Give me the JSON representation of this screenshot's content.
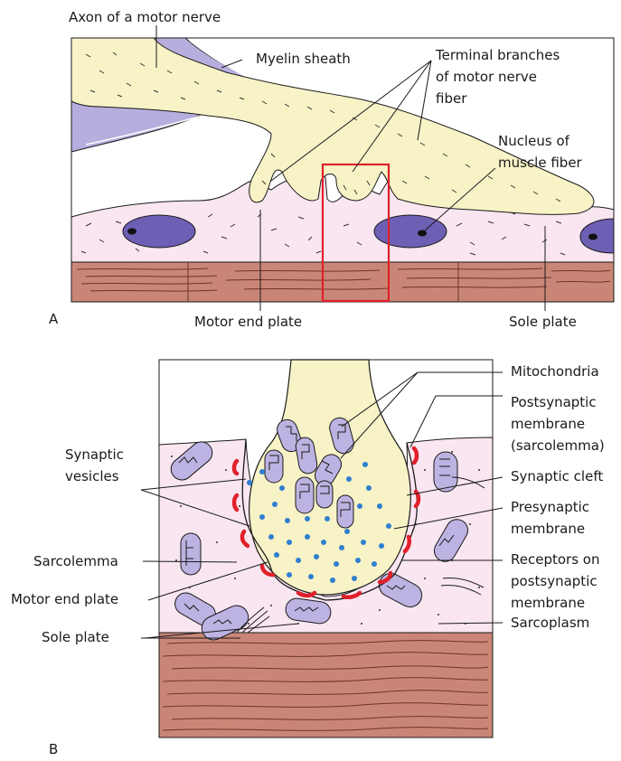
{
  "panel_a": {
    "letter": "A",
    "labels": {
      "axon": "Axon of a motor nerve",
      "myelin": "Myelin sheath",
      "terminal_1": "Terminal branches",
      "terminal_2": "of motor nerve",
      "terminal_3": "fiber",
      "nucleus_1": "Nucleus of",
      "nucleus_2": "muscle fiber",
      "motor_end_plate": "Motor end plate",
      "sole_plate": "Sole plate"
    }
  },
  "panel_b": {
    "letter": "B",
    "labels": {
      "mitochondria": "Mitochondria",
      "postsynaptic_1": "Postsynaptic",
      "postsynaptic_2": "membrane",
      "postsynaptic_3": "(sarcolemma)",
      "synaptic_vesicles_1": "Synaptic",
      "synaptic_vesicles_2": "vesicles",
      "synaptic_cleft": "Synaptic cleft",
      "presynaptic_1": "Presynaptic",
      "presynaptic_2": "membrane",
      "sarcolemma": "Sarcolemma",
      "receptors_1": "Receptors on",
      "receptors_2": "postsynaptic",
      "receptors_3": "membrane",
      "motor_end_plate": "Motor end plate",
      "sarcoplasm": "Sarcoplasm",
      "sole_plate": "Sole plate"
    }
  },
  "colors": {
    "nerve": "#f7f3c7",
    "myelin": "#b7aede",
    "sarcoplasm": "#f9e6f0",
    "muscle": "#c98676",
    "nucleus": "#6d5fb4",
    "mitochondria": "#bdb3e2",
    "vesicle": "#2f7fd0",
    "receptor": "#e0202a",
    "highlight": "#e0202a"
  }
}
